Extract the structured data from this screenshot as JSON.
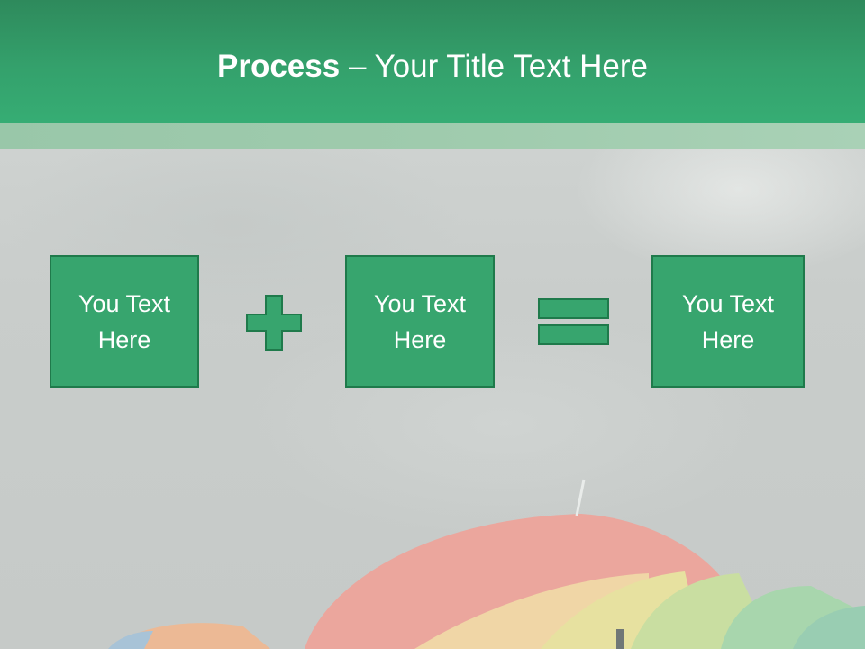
{
  "slide": {
    "title_bold": "Process",
    "title_rest": " – Your Title Text Here",
    "boxes": [
      {
        "label": "You Text Here"
      },
      {
        "label": "You Text Here"
      },
      {
        "label": "You Text Here"
      }
    ],
    "operators": [
      "plus-icon",
      "equals-icon"
    ]
  },
  "colors": {
    "header_green": "#34a16c",
    "box_fill": "#37a56e",
    "box_border": "#1f7a4b",
    "strip": "#9fcbad"
  }
}
